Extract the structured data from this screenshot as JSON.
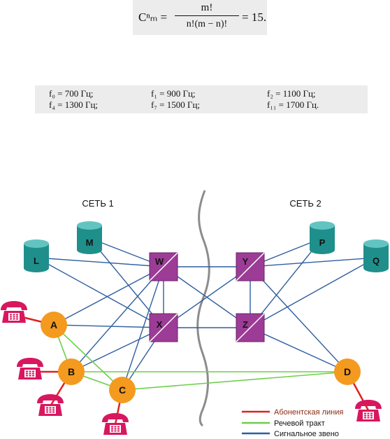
{
  "formula": {
    "lhs": "Cⁿₘ =",
    "numerator": "m!",
    "denominator": "n!(m − n)!",
    "result": "= 15."
  },
  "frequencies": [
    "f₀ = 700 Гц;",
    "f₁ = 900 Гц;",
    "f₂ = 1100 Гц;",
    "f₄ = 1300 Гц;",
    "f₇ = 1500 Гц;",
    "f₁₁ = 1700 Гц."
  ],
  "networks": {
    "left": "СЕТЬ 1",
    "right": "СЕТЬ  2"
  },
  "databases": [
    "L",
    "M",
    "P",
    "Q"
  ],
  "switches": [
    "W",
    "X",
    "Y",
    "Z"
  ],
  "subscribers": [
    "A",
    "B",
    "C",
    "D"
  ],
  "legend": {
    "subscriber_line": "Абонентская линия",
    "speech_path": "Речевой тракт",
    "signal_link": "Сигнальное звено"
  },
  "colors": {
    "subscriber_line": "#e02020",
    "speech_path": "#6ccf4a",
    "signal_link": "#2f5f9f",
    "switch_fill": "#9c3c96",
    "node_fill": "#f39a1f",
    "db_fill": "#1f8f8c",
    "phone_fill": "#d8175f"
  },
  "icons": [
    "telephone-icon",
    "database-icon",
    "signal-transfer-point-icon"
  ]
}
